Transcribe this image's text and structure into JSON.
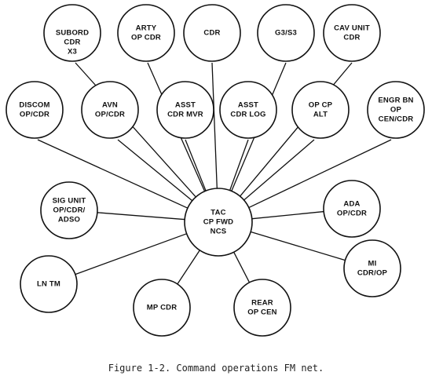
{
  "hub": {
    "id": "tac",
    "lines": [
      "TAC",
      "CP FWD",
      "NCS"
    ]
  },
  "nodes": [
    {
      "id": "subord",
      "lines": [
        "SUBORD",
        "CDR",
        "X3"
      ]
    },
    {
      "id": "arty",
      "lines": [
        "ARTY",
        "OP CDR"
      ]
    },
    {
      "id": "cdr",
      "lines": [
        "CDR"
      ]
    },
    {
      "id": "g3s3",
      "lines": [
        "G3/S3"
      ]
    },
    {
      "id": "cav",
      "lines": [
        "CAV UNIT",
        "CDR"
      ]
    },
    {
      "id": "discom",
      "lines": [
        "DISCOM",
        "OP/CDR"
      ]
    },
    {
      "id": "avn",
      "lines": [
        "AVN",
        "OP/CDR"
      ]
    },
    {
      "id": "asstmvr",
      "lines": [
        "ASST",
        "CDR MVR"
      ]
    },
    {
      "id": "asstlog",
      "lines": [
        "ASST",
        "CDR LOG"
      ]
    },
    {
      "id": "opcp",
      "lines": [
        "OP CP",
        "ALT"
      ]
    },
    {
      "id": "engr",
      "lines": [
        "ENGR BN",
        "OP",
        "CEN/CDR"
      ]
    },
    {
      "id": "sig",
      "lines": [
        "SIG UNIT",
        "OP/CDR/",
        "ADSO"
      ]
    },
    {
      "id": "ada",
      "lines": [
        "ADA",
        "OP/CDR"
      ]
    },
    {
      "id": "lntm",
      "lines": [
        "LN TM"
      ]
    },
    {
      "id": "mi",
      "lines": [
        "MI",
        "CDR/OP"
      ]
    },
    {
      "id": "mpcdr",
      "lines": [
        "MP CDR"
      ]
    },
    {
      "id": "rear",
      "lines": [
        "REAR",
        "OP CEN"
      ]
    }
  ],
  "caption": "Figure 1-2. Command operations FM net."
}
